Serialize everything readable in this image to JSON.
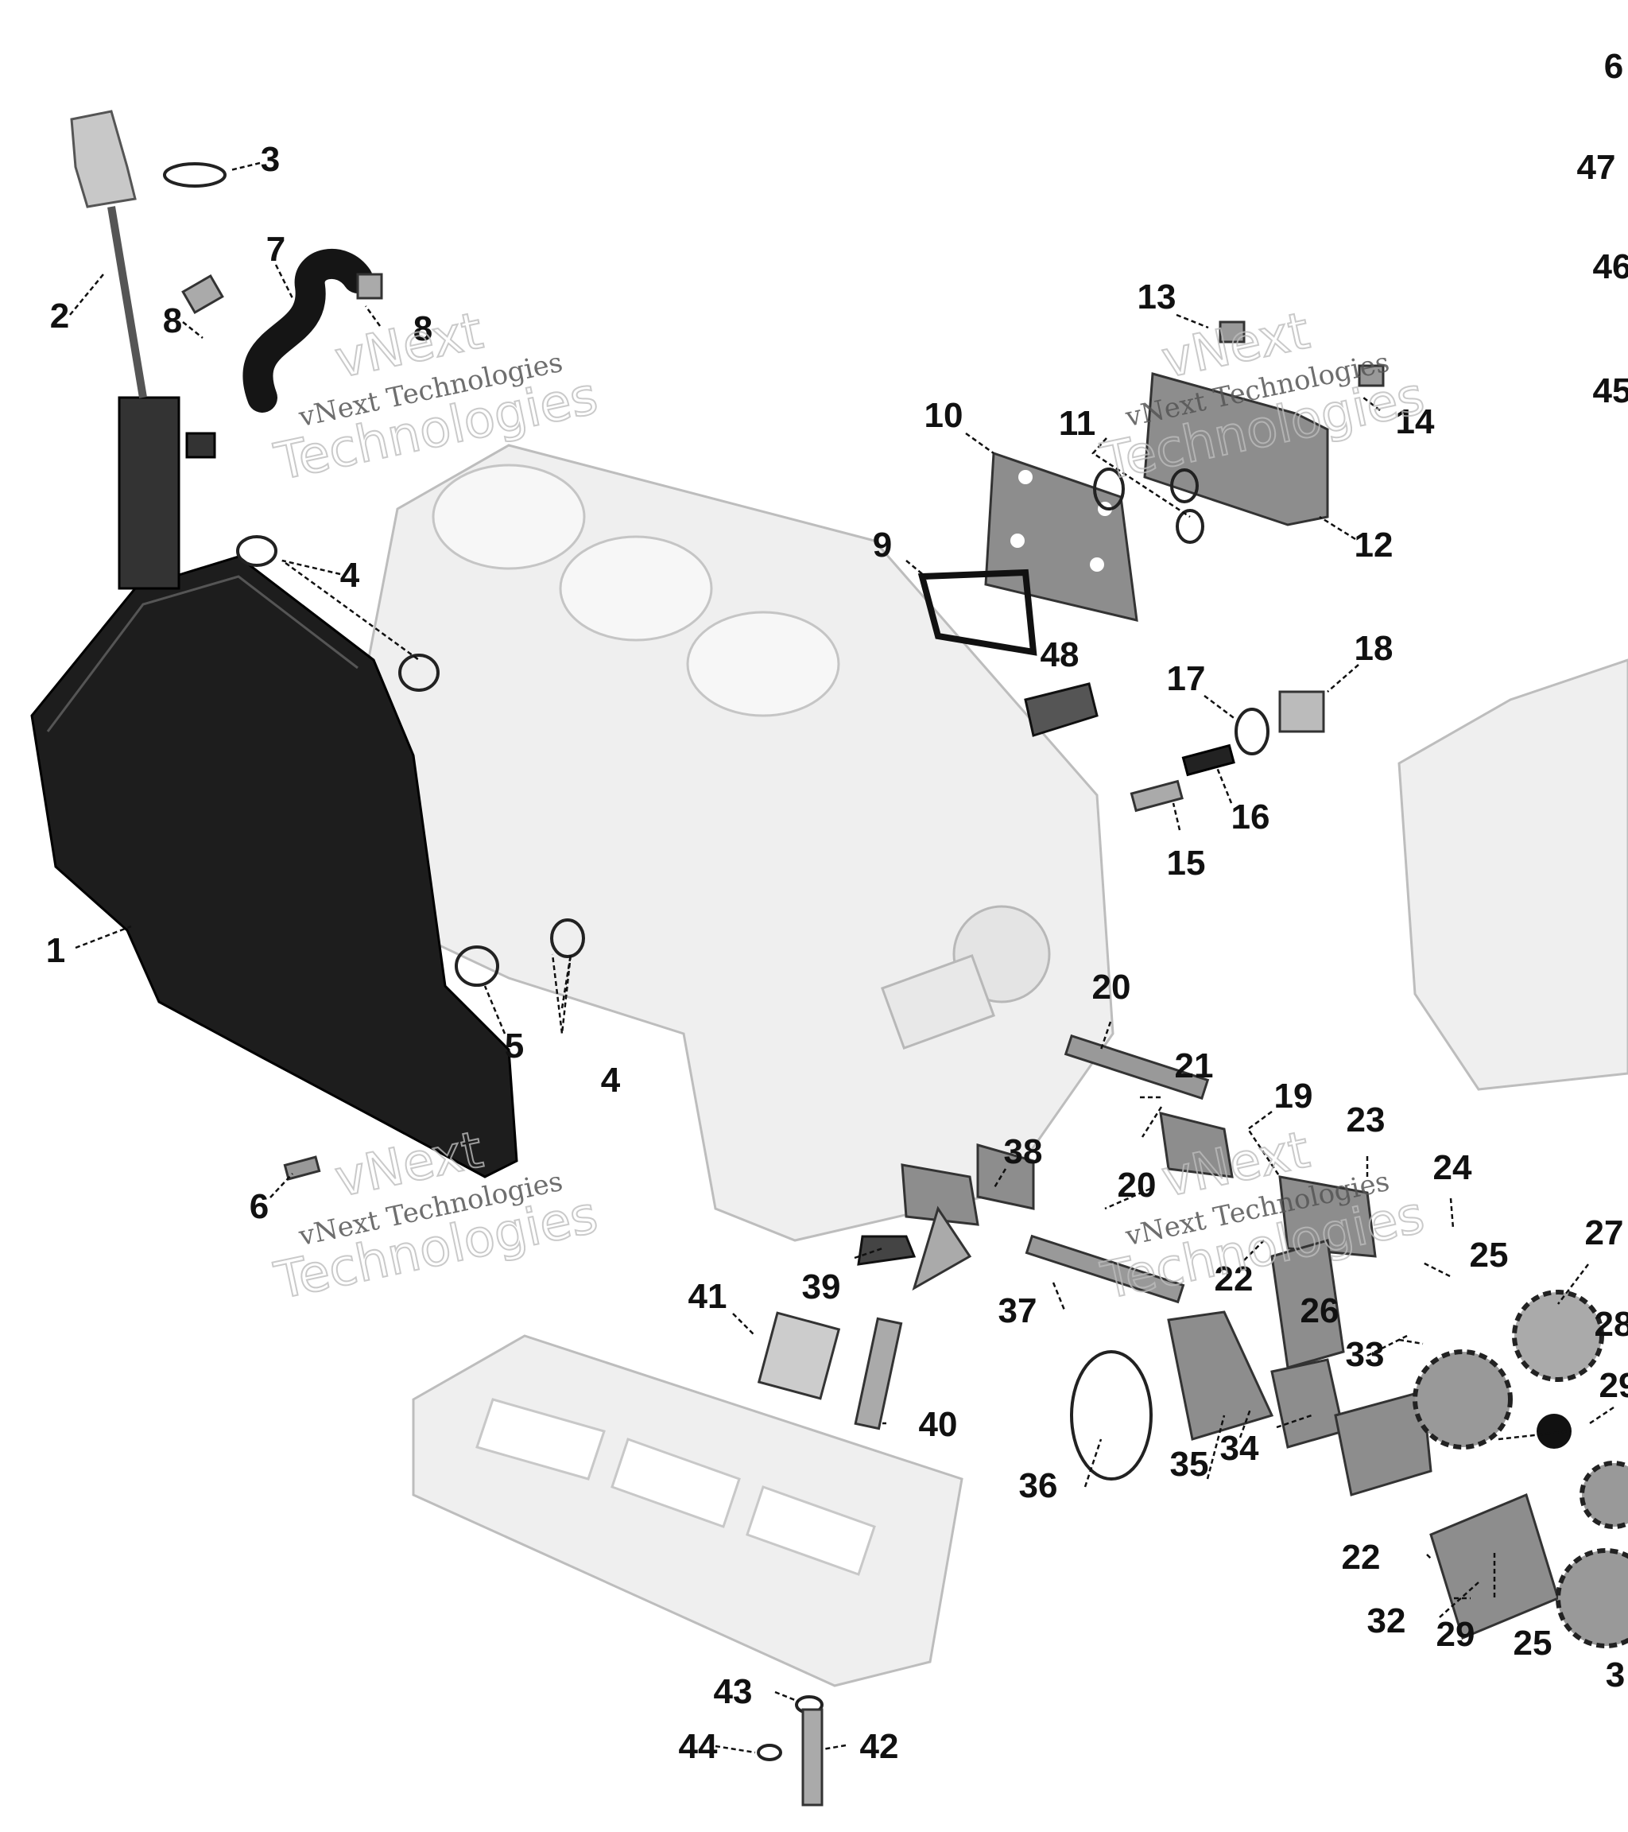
{
  "watermark": {
    "brand_word": "vNext",
    "full_text": "vNext Technologies",
    "second_word": "Technologies"
  },
  "callouts": [
    {
      "id": "c1",
      "label": "1"
    },
    {
      "id": "c2",
      "label": "2"
    },
    {
      "id": "c3",
      "label": "3"
    },
    {
      "id": "c4a",
      "label": "4"
    },
    {
      "id": "c4b",
      "label": "4"
    },
    {
      "id": "c5",
      "label": "5"
    },
    {
      "id": "c6a",
      "label": "6"
    },
    {
      "id": "c6b",
      "label": "6"
    },
    {
      "id": "c7",
      "label": "7"
    },
    {
      "id": "c8a",
      "label": "8"
    },
    {
      "id": "c8b",
      "label": "8"
    },
    {
      "id": "c9",
      "label": "9"
    },
    {
      "id": "c10",
      "label": "10"
    },
    {
      "id": "c11",
      "label": "11"
    },
    {
      "id": "c12",
      "label": "12"
    },
    {
      "id": "c13",
      "label": "13"
    },
    {
      "id": "c14",
      "label": "14"
    },
    {
      "id": "c15",
      "label": "15"
    },
    {
      "id": "c16",
      "label": "16"
    },
    {
      "id": "c17",
      "label": "17"
    },
    {
      "id": "c18",
      "label": "18"
    },
    {
      "id": "c19",
      "label": "19"
    },
    {
      "id": "c20a",
      "label": "20"
    },
    {
      "id": "c20b",
      "label": "20"
    },
    {
      "id": "c21",
      "label": "21"
    },
    {
      "id": "c22a",
      "label": "22"
    },
    {
      "id": "c22b",
      "label": "22"
    },
    {
      "id": "c23",
      "label": "23"
    },
    {
      "id": "c24",
      "label": "24"
    },
    {
      "id": "c25a",
      "label": "25"
    },
    {
      "id": "c25b",
      "label": "25"
    },
    {
      "id": "c26",
      "label": "26"
    },
    {
      "id": "c27",
      "label": "27"
    },
    {
      "id": "c28",
      "label": "28"
    },
    {
      "id": "c29a",
      "label": "29"
    },
    {
      "id": "c29b",
      "label": "29"
    },
    {
      "id": "c3b",
      "label": "3"
    },
    {
      "id": "c32",
      "label": "32"
    },
    {
      "id": "c33",
      "label": "33"
    },
    {
      "id": "c34",
      "label": "34"
    },
    {
      "id": "c35",
      "label": "35"
    },
    {
      "id": "c36",
      "label": "36"
    },
    {
      "id": "c37",
      "label": "37"
    },
    {
      "id": "c38",
      "label": "38"
    },
    {
      "id": "c39",
      "label": "39"
    },
    {
      "id": "c40",
      "label": "40"
    },
    {
      "id": "c41",
      "label": "41"
    },
    {
      "id": "c42",
      "label": "42"
    },
    {
      "id": "c43",
      "label": "43"
    },
    {
      "id": "c44",
      "label": "44"
    },
    {
      "id": "c45",
      "label": "45"
    },
    {
      "id": "c46",
      "label": "46"
    },
    {
      "id": "c47",
      "label": "47"
    },
    {
      "id": "c48",
      "label": "48"
    }
  ]
}
